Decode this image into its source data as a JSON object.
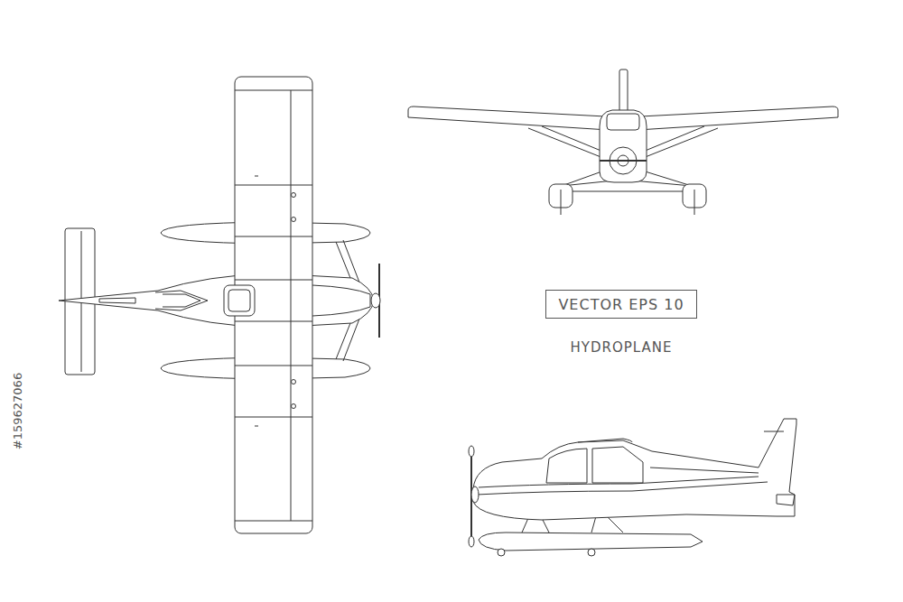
{
  "diagram": {
    "title": "HYDROPLANE",
    "nodes": [
      {
        "text": [
          "VECTOR EPS 10"
        ]
      }
    ],
    "labels": [
      "#159627066"
    ]
  }
}
